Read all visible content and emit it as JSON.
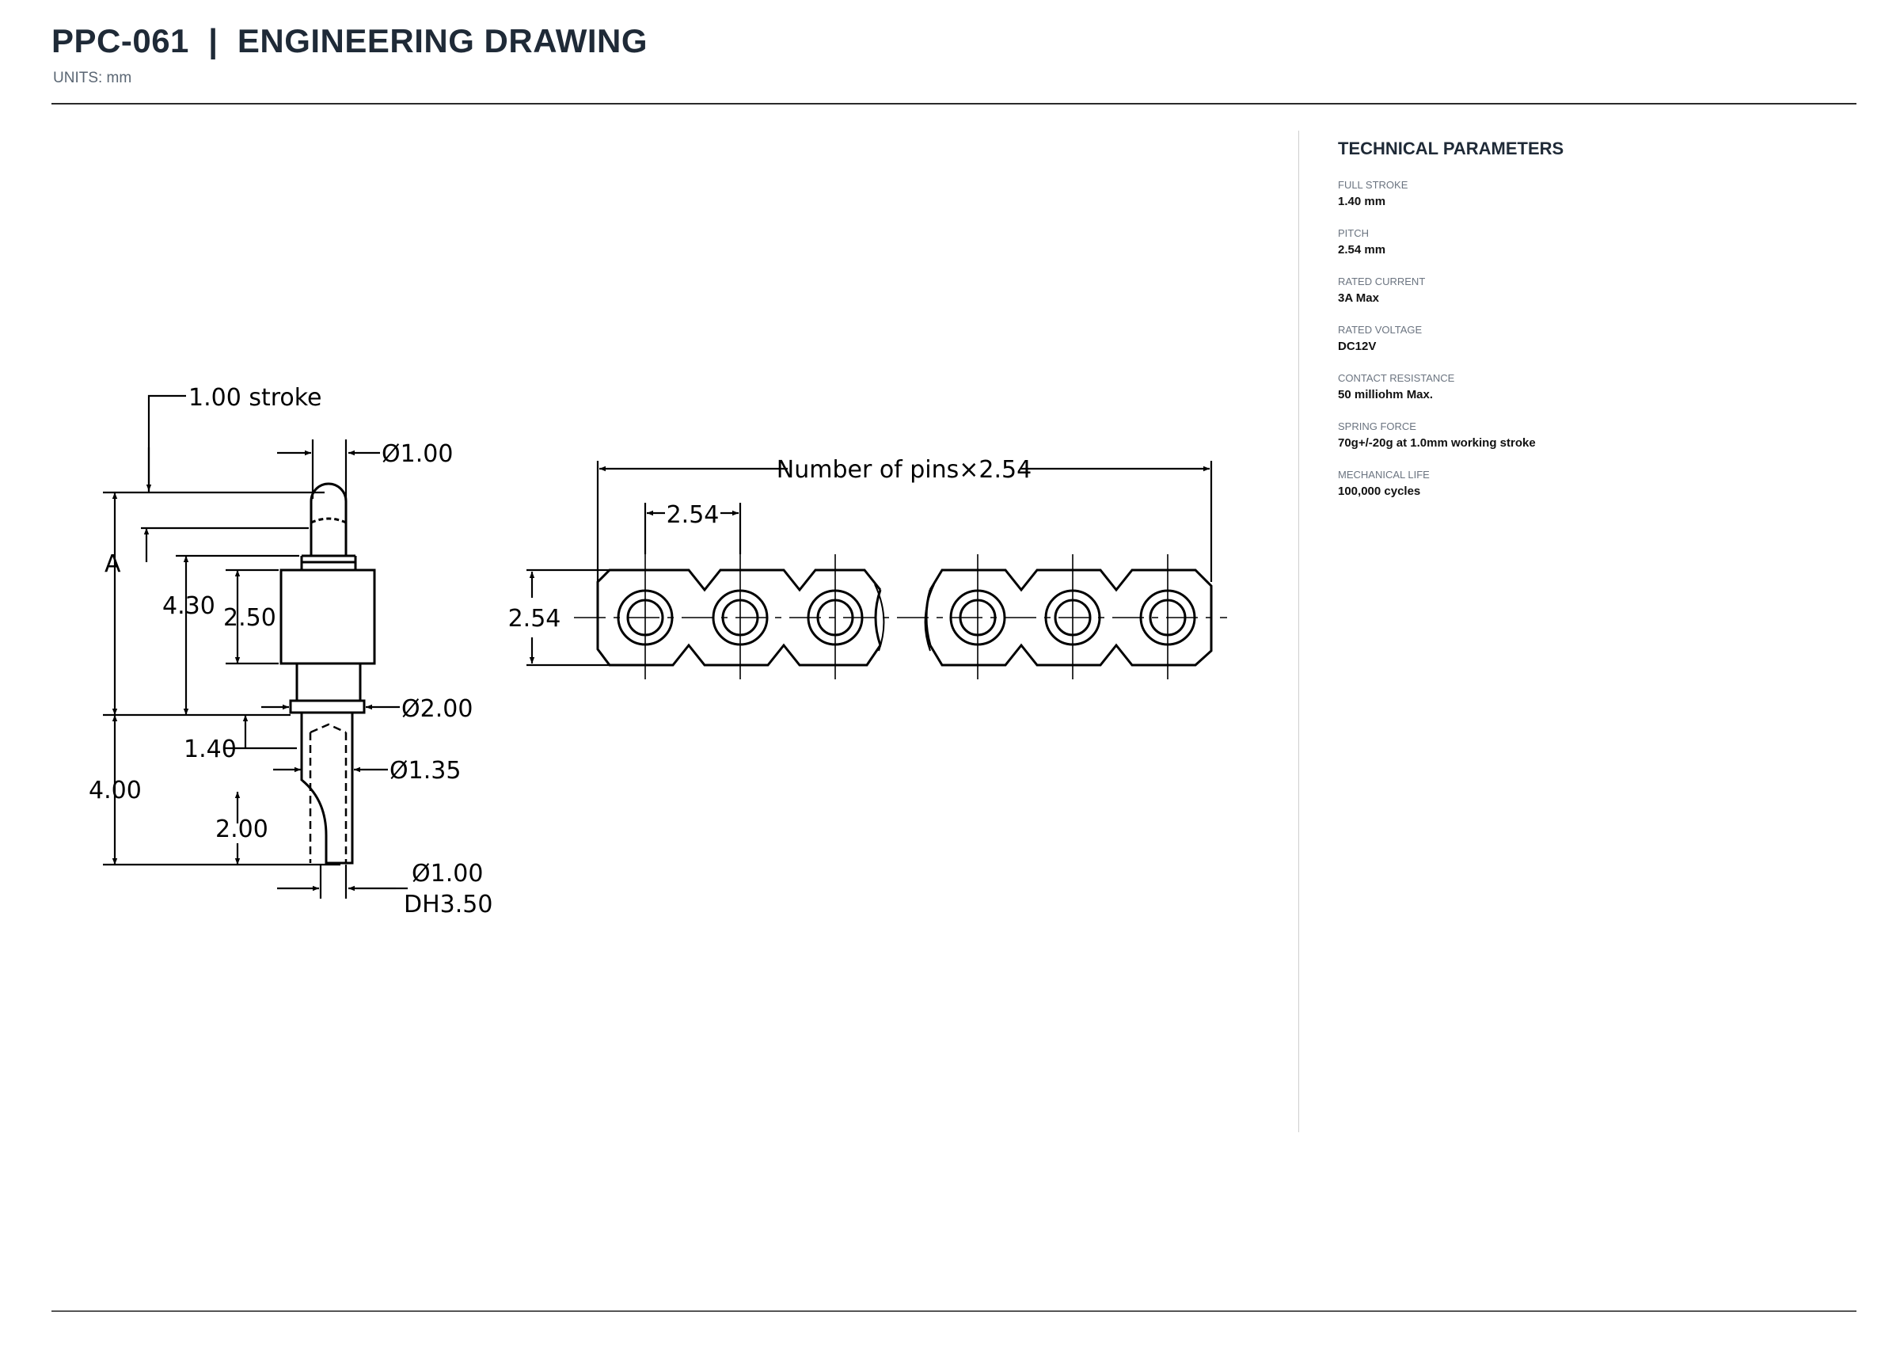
{
  "header": {
    "title": "PPC-061  |  ENGINEERING DRAWING",
    "units": "UNITS: mm"
  },
  "drawing": {
    "side_view": {
      "stroke_label": "1.00 stroke",
      "tip_diameter": "Ø1.00",
      "overall_label": "A",
      "height_430": "4.30",
      "body_250": "2.50",
      "flange_diameter": "Ø2.00",
      "dim_140": "1.40",
      "tail_diameter": "Ø1.35",
      "tail_400": "4.00",
      "tail_200": "2.00",
      "hole_diameter": "Ø1.00",
      "hole_depth": "DH3.50"
    },
    "strip_view": {
      "overall_label": "Number of pins×2.54",
      "pitch_label": "2.54",
      "height_label": "2.54"
    }
  },
  "parameters": {
    "heading": "TECHNICAL PARAMETERS",
    "items": [
      {
        "label": "FULL STROKE",
        "value": "1.40 mm"
      },
      {
        "label": "PITCH",
        "value": "2.54 mm"
      },
      {
        "label": "RATED CURRENT",
        "value": "3A Max"
      },
      {
        "label": "RATED VOLTAGE",
        "value": "DC12V"
      },
      {
        "label": "CONTACT RESISTANCE",
        "value": "50 milliohm Max."
      },
      {
        "label": "SPRING FORCE",
        "value": "70g+/-20g at 1.0mm working stroke"
      },
      {
        "label": "MECHANICAL LIFE",
        "value": "100,000 cycles"
      }
    ]
  }
}
